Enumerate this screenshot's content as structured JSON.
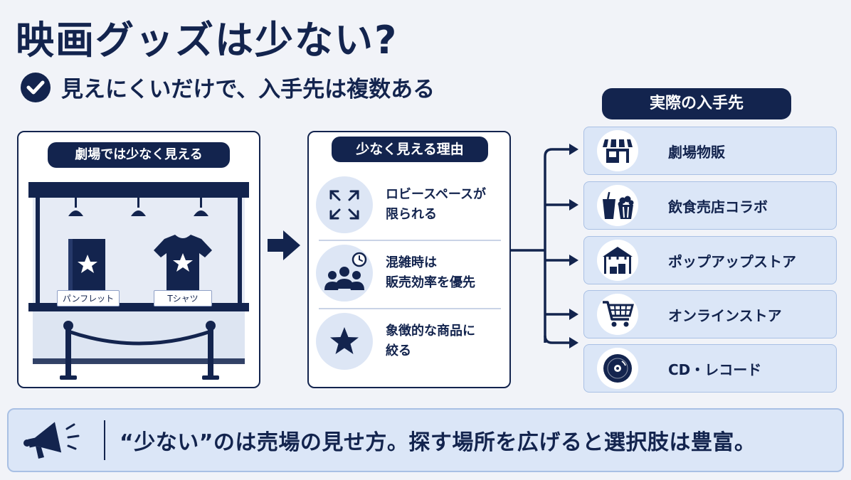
{
  "title": "映画グッズは少ない?",
  "subtitle": "見えにくいだけで、入手先は複数ある",
  "theater": {
    "heading": "劇場では少なく見える",
    "goods": [
      {
        "label": "パンフレット"
      },
      {
        "label": "Tシャツ"
      }
    ]
  },
  "reasons": {
    "heading": "少なく見える理由",
    "items": [
      {
        "icon": "expand-arrows-icon",
        "lines": [
          "ロビースペースが",
          "限られる"
        ]
      },
      {
        "icon": "crowd-clock-icon",
        "lines": [
          "混雑時は",
          "販売効率を優先"
        ]
      },
      {
        "icon": "star-icon",
        "lines": [
          "象徴的な商品に",
          "絞る"
        ]
      }
    ]
  },
  "sources": {
    "heading": "実際の入手先",
    "items": [
      {
        "icon": "storefront-icon",
        "label": "劇場物販"
      },
      {
        "icon": "drink-popcorn-icon",
        "label": "飲食売店コラボ"
      },
      {
        "icon": "popup-tent-icon",
        "label": "ポップアップストア"
      },
      {
        "icon": "shopping-cart-icon",
        "label": "オンラインストア"
      },
      {
        "icon": "disc-icon",
        "label": "CD・レコード"
      }
    ]
  },
  "banner": {
    "icon": "megaphone-icon",
    "text": "“少ない”のは売場の見せ方。探す場所を広げると選択肢は豊富。"
  },
  "colors": {
    "navy": "#13244e",
    "light_blue": "#dbe6f7",
    "background": "#f1f3f8"
  }
}
